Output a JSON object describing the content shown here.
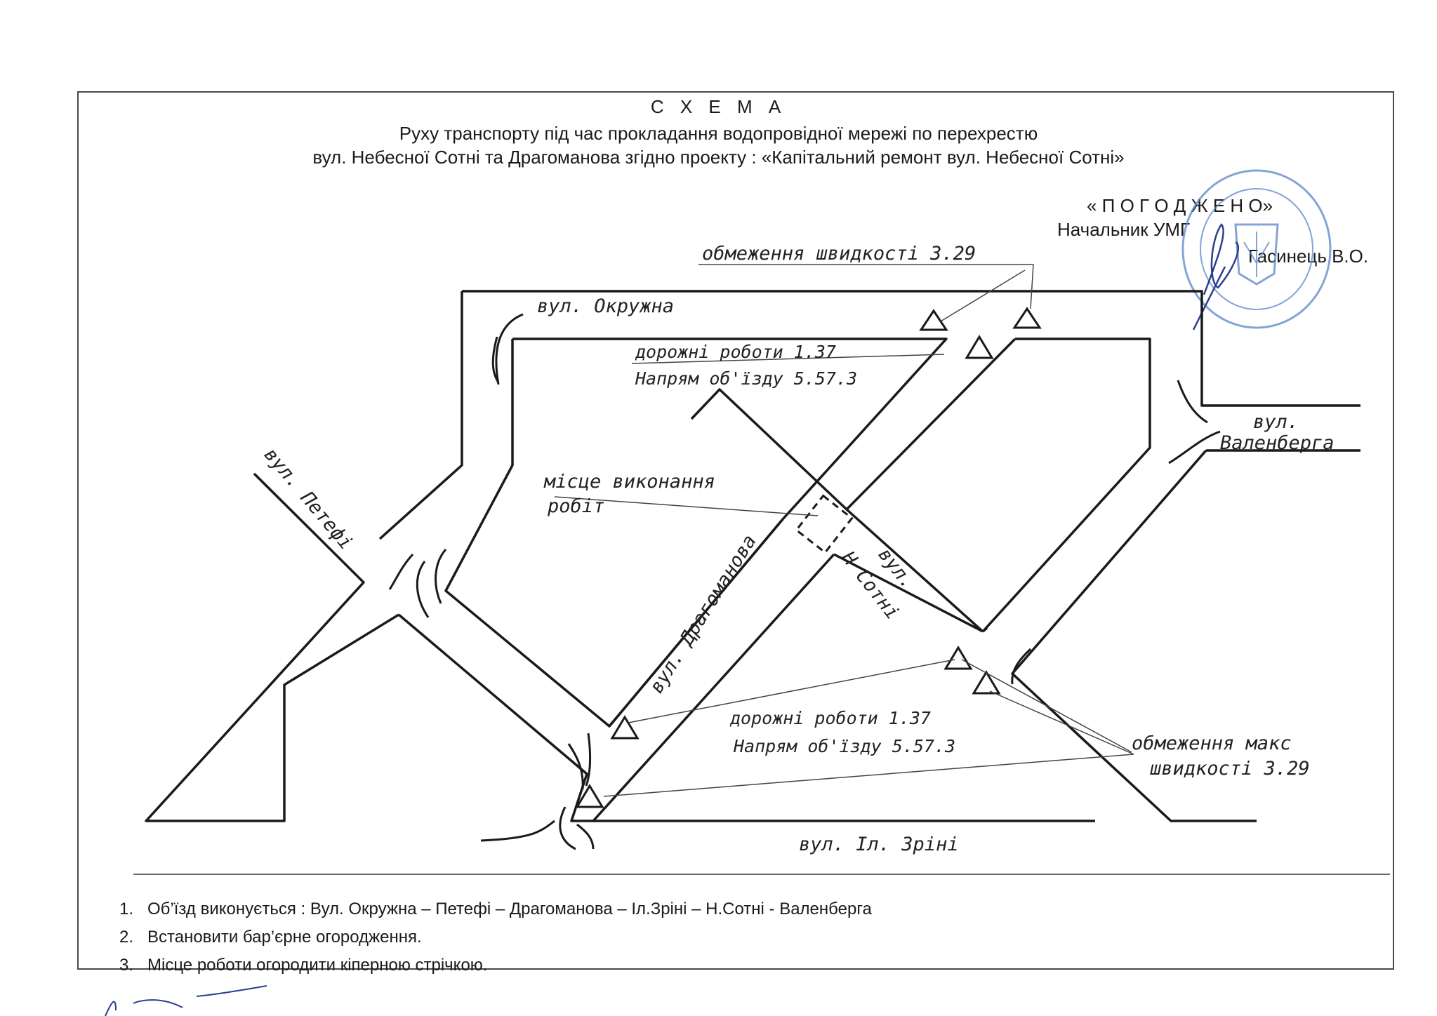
{
  "header": {
    "title": "С Х Е М А",
    "line1": "Руху транспорту  під час прокладання водопровідної мережі по перехрестю",
    "line2": "вул. Небесної Сотні та Драгоманова згідно проекту : «Капітальний ремонт вул. Небесної Сотні»"
  },
  "approval": {
    "label": "« П О Г О Д Ж Е Н О»",
    "position": "Начальник УМГ",
    "name": "Гасинець В.О."
  },
  "map": {
    "streets": {
      "okruzhna": "вул. Окружна",
      "petefi": "вул. Петефі",
      "valenberga_1": "вул.",
      "valenberga_2": "Валенберга",
      "drahomanova": "вул. Драгоманова",
      "sotni_1": "вул.",
      "sotni_2": "Н Сотні",
      "zrini": "вул. Іл. Зріні"
    },
    "annotations": {
      "speed_top": "обмеження швидкості 3.29",
      "roadworks_top_1": "дорожні роботи 1.37",
      "roadworks_top_2": "Напрям об'їзду 5.57.3",
      "worksite_1": "місце виконання",
      "worksite_2": "робіт",
      "roadworks_bottom_1": "дорожні роботи 1.37",
      "roadworks_bottom_2": "Напрям об'їзду 5.57.3",
      "speed_bottom_1": "обмеження макс",
      "speed_bottom_2": "швидкості 3.29"
    }
  },
  "notes": [
    {
      "num": "1.",
      "text": "Об’їзд виконується :  Вул. Окружна – Петефі – Драгоманова – Іл.Зріні – Н.Сотні - Валенберга"
    },
    {
      "num": "2.",
      "text": "Встановити бар’єрне огородження."
    },
    {
      "num": "3.",
      "text": "Місце роботи  огородити кіперною стрічкою."
    }
  ],
  "colors": {
    "ink": "#1a1a1a",
    "stamp": "#5b86c9"
  }
}
